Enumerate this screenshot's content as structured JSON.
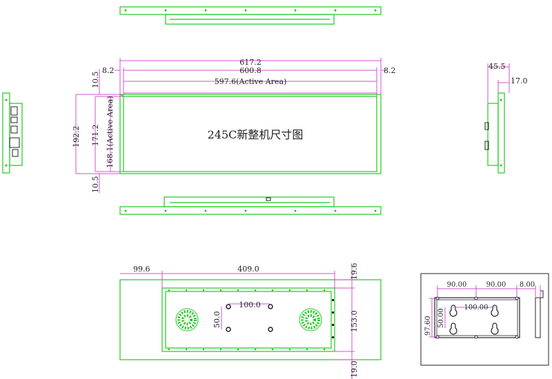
{
  "title": "245C新整机尺寸图",
  "front": {
    "overall_width": "617.2",
    "inner_width": "600.8",
    "active_width": "597.6(Active Area)",
    "left_margin": "8.2",
    "right_margin": "8.2",
    "top_margin": "10.5",
    "bottom_margin": "10.5",
    "overall_height": "192.2",
    "inner_height": "171.2",
    "active_height": "168.1(Active Area)"
  },
  "side": {
    "depth": "45.5",
    "thin_depth": "17.0"
  },
  "rear": {
    "left_offset": "99.6",
    "panel_width": "409.0",
    "top_offset": "19.6",
    "bottom_offset": "19.0",
    "panel_height": "153.0",
    "hole_spacing_x": "100.0",
    "hole_spacing_y": "50.0"
  },
  "bracket": {
    "spacing_a": "90.00",
    "spacing_b": "90.00",
    "thickness": "8.00",
    "height": "97.60",
    "hole_x": "100.00",
    "hole_y": "50.00"
  },
  "colors": {
    "outline": "#1ec81e",
    "dimension": "#d050d0",
    "text": "#222222"
  }
}
